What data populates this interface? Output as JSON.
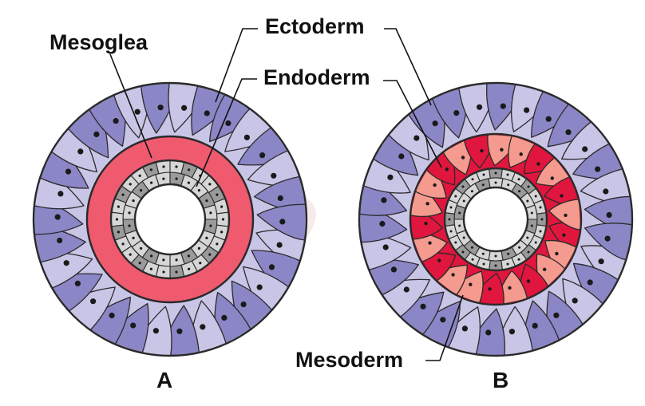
{
  "labels": {
    "mesoglea": "Mesoglea",
    "ectoderm": "Ectoderm",
    "endoderm": "Endoderm",
    "mesoderm": "Mesoderm"
  },
  "captions": {
    "a": "A",
    "b": "B"
  },
  "colors": {
    "ectoderm_light": "#c9c5e6",
    "ectoderm_dark": "#8b86c6",
    "mesoglea": "#ef5a6f",
    "endoderm_light": "#d6d6d6",
    "endoderm_dark": "#9a9a9a",
    "mesoderm_light": "#f59a8e",
    "mesoderm_dark": "#e0163e",
    "nucleus": "#1a1a1a",
    "outline": "#2a2a2a"
  }
}
